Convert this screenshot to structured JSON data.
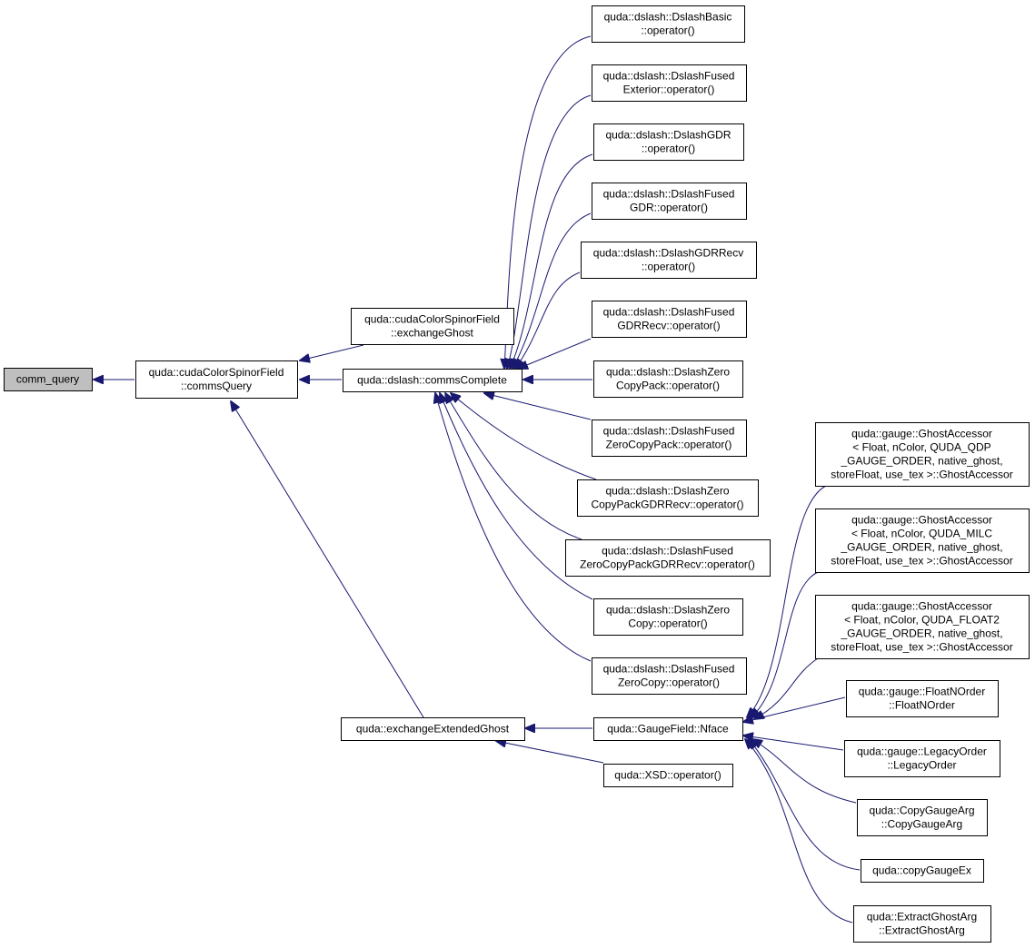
{
  "graph": {
    "edge_color": "#191970",
    "root_fill": "#bfbfbf",
    "node_fill": "#ffffff",
    "nodes": {
      "comm_query": [
        "comm_query"
      ],
      "commsQuery": [
        "quda::cudaColorSpinorField",
        "::commsQuery"
      ],
      "exchangeGhost": [
        "quda::cudaColorSpinorField",
        "::exchangeGhost"
      ],
      "commsComplete": [
        "quda::dslash::commsComplete"
      ],
      "exchangeExtendedGhost": [
        "quda::exchangeExtendedGhost"
      ],
      "dslashBasic": [
        "quda::dslash::DslashBasic",
        "::operator()"
      ],
      "dslashFusedExterior": [
        "quda::dslash::DslashFused",
        "Exterior::operator()"
      ],
      "dslashGDR": [
        "quda::dslash::DslashGDR",
        "::operator()"
      ],
      "dslashFusedGDR": [
        "quda::dslash::DslashFused",
        "GDR::operator()"
      ],
      "dslashGDRRecv": [
        "quda::dslash::DslashGDRRecv",
        "::operator()"
      ],
      "dslashFusedGDRRecv": [
        "quda::dslash::DslashFused",
        "GDRRecv::operator()"
      ],
      "dslashZeroCopyPack": [
        "quda::dslash::DslashZero",
        "CopyPack::operator()"
      ],
      "dslashFusedZeroCopyPack": [
        "quda::dslash::DslashFused",
        "ZeroCopyPack::operator()"
      ],
      "dslashZeroCopyPackGDRRecv": [
        "quda::dslash::DslashZero",
        "CopyPackGDRRecv::operator()"
      ],
      "dslashFusedZeroCopyPackGDRRecv": [
        "quda::dslash::DslashFused",
        "ZeroCopyPackGDRRecv::operator()"
      ],
      "dslashZeroCopy": [
        "quda::dslash::DslashZero",
        "Copy::operator()"
      ],
      "dslashFusedZeroCopy": [
        "quda::dslash::DslashFused",
        "ZeroCopy::operator()"
      ],
      "gaugeFieldNface": [
        "quda::GaugeField::Nface"
      ],
      "xsdOperator": [
        "quda::XSD::operator()"
      ],
      "ghostAccessorQDP": [
        "quda::gauge::GhostAccessor",
        "< Float, nColor, QUDA_QDP",
        "_GAUGE_ORDER, native_ghost,",
        "storeFloat, use_tex >::GhostAccessor"
      ],
      "ghostAccessorMILC": [
        "quda::gauge::GhostAccessor",
        "< Float, nColor, QUDA_MILC",
        "_GAUGE_ORDER, native_ghost,",
        "storeFloat, use_tex >::GhostAccessor"
      ],
      "ghostAccessorFLOAT2": [
        "quda::gauge::GhostAccessor",
        "< Float, nColor, QUDA_FLOAT2",
        "_GAUGE_ORDER, native_ghost,",
        "storeFloat, use_tex >::GhostAccessor"
      ],
      "floatNOrder": [
        "quda::gauge::FloatNOrder",
        "::FloatNOrder"
      ],
      "legacyOrder": [
        "quda::gauge::LegacyOrder",
        "::LegacyOrder"
      ],
      "copyGaugeArg": [
        "quda::CopyGaugeArg",
        "::CopyGaugeArg"
      ],
      "copyGaugeEx": [
        "quda::copyGaugeEx"
      ],
      "extractGhostArg": [
        "quda::ExtractGhostArg",
        "::ExtractGhostArg"
      ]
    }
  }
}
